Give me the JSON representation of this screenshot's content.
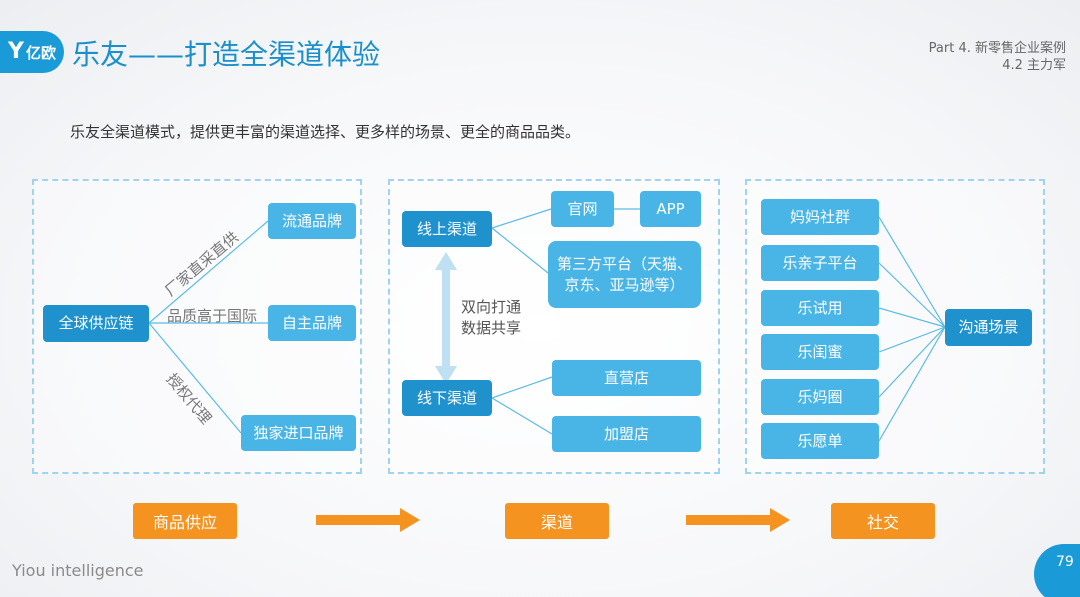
{
  "header": {
    "logo_text": "亿欧",
    "title": "乐友——打造全渠道体验",
    "part_line1": "Part 4. 新零售企业案例",
    "part_line2": "4.2 主力军"
  },
  "subtitle": "乐友全渠道模式，提供更丰富的渠道选择、更多样的场景、更全的商品品类。",
  "supply": {
    "root": "全球供应链",
    "brands": [
      "流通品牌",
      "自主品牌",
      "独家进口品牌"
    ],
    "edge_labels": [
      "厂家直采直供",
      "品质高于国际",
      "授权代理"
    ]
  },
  "channels": {
    "online": "线上渠道",
    "offline": "线下渠道",
    "online_children": [
      "官网",
      "APP",
      "第三方平台（天猫、京东、亚马逊等）"
    ],
    "offline_children": [
      "直营店",
      "加盟店"
    ],
    "middle_label_line1": "双向打通",
    "middle_label_line2": "数据共享"
  },
  "social": {
    "items": [
      "妈妈社群",
      "乐亲子平台",
      "乐试用",
      "乐闺蜜",
      "乐妈圈",
      "乐愿单"
    ],
    "target": "沟通场景"
  },
  "bottom": {
    "stages": [
      "商品供应",
      "渠道",
      "社交"
    ]
  },
  "footer": {
    "brand": "Yiou intelligence",
    "page": "79"
  },
  "colors": {
    "accent_blue": "#1a9bd7",
    "box_blue": "#3aaee2",
    "orange": "#f4931f",
    "dashed_border": "#9fd3ef"
  }
}
